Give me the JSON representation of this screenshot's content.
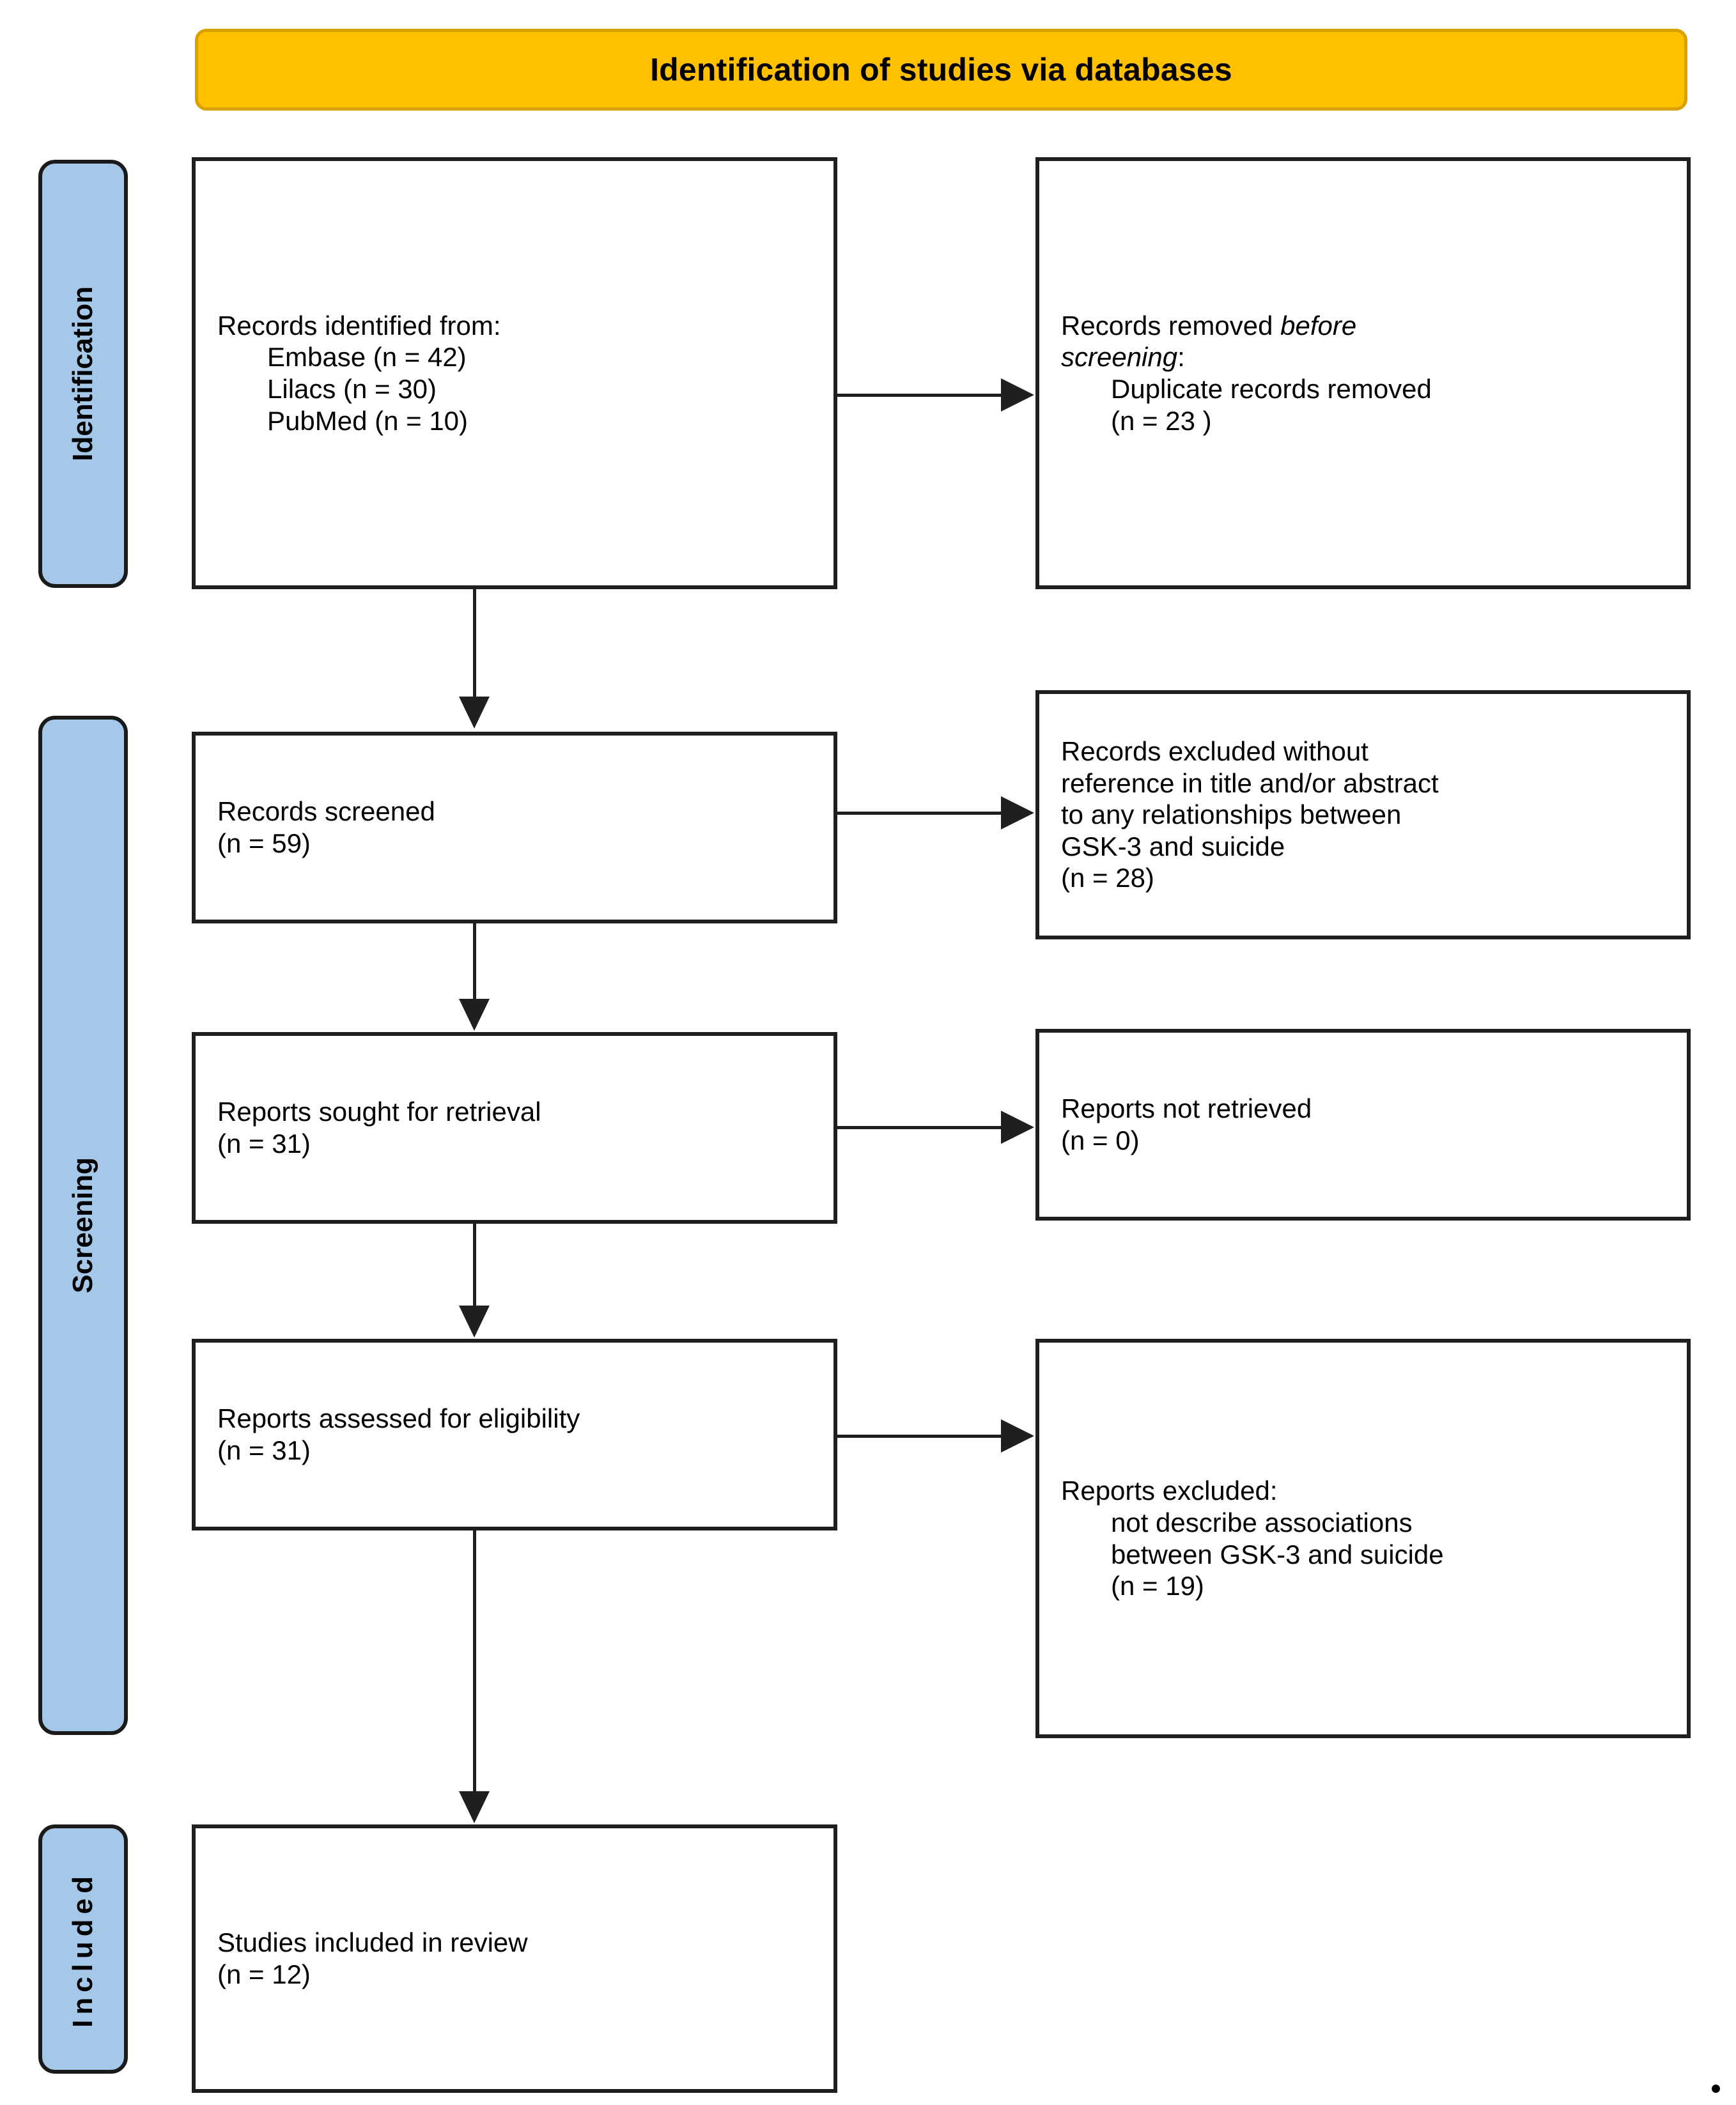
{
  "banner": {
    "title": "Identification of studies via databases",
    "fill_color": "#FFC000",
    "border_color": "#D9A000"
  },
  "stages": [
    {
      "id": "identification",
      "label": "Identification",
      "fill_color": "#A5C8E8"
    },
    {
      "id": "screening",
      "label": "Screening",
      "fill_color": "#A5C8E8"
    },
    {
      "id": "included",
      "label": "Included",
      "fill_color": "#A5C8E8"
    }
  ],
  "boxes": {
    "identified": {
      "line1": "Records identified from:",
      "line2": "Embase (n = 42)",
      "line3": "Lilacs (n = 30)",
      "line4": "PubMed (n = 10)"
    },
    "removed": {
      "line1a": "Records removed ",
      "line1b": "before",
      "line2a": "screening",
      "line2b": ":",
      "line3": "Duplicate records removed",
      "line4": "(n = 23 )"
    },
    "screened": {
      "line1": "Records screened",
      "line2": "(n = 59)"
    },
    "excluded_screening": {
      "line1": "Records excluded without",
      "line2": "reference in title and/or abstract",
      "line3": "to any relationships between",
      "line4": "GSK-3 and suicide",
      "line5": "(n = 28)"
    },
    "sought": {
      "line1": "Reports sought for retrieval",
      "line2": "(n = 31)"
    },
    "not_retrieved": {
      "line1": "Reports not retrieved",
      "line2": "(n = 0)"
    },
    "assessed": {
      "line1": "Reports assessed for eligibility",
      "line2": "(n = 31)"
    },
    "excluded_eligibility": {
      "line1": "Reports excluded:",
      "line2": "not describe associations",
      "line3": "between GSK-3 and suicide",
      "line4": "(n = 19)"
    },
    "included": {
      "line1": "Studies included in review",
      "line2": "(n = 12)"
    }
  },
  "counts": {
    "embase": 42,
    "lilacs": 30,
    "pubmed": 10,
    "duplicates_removed": 23,
    "records_screened": 59,
    "records_excluded": 28,
    "reports_sought": 31,
    "reports_not_retrieved": 0,
    "reports_assessed": 31,
    "reports_excluded": 19,
    "studies_included": 12
  }
}
